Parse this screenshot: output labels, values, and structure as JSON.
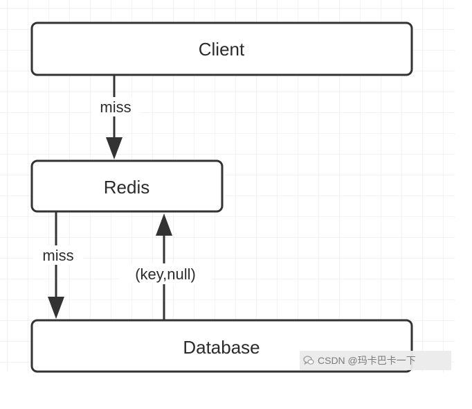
{
  "diagram": {
    "nodes": {
      "client": {
        "label": "Client"
      },
      "redis": {
        "label": "Redis"
      },
      "database": {
        "label": "Database"
      }
    },
    "edges": {
      "client_to_redis": {
        "label": "miss"
      },
      "redis_to_database": {
        "label": "miss"
      },
      "database_to_redis": {
        "label": "(key,null)"
      }
    }
  },
  "watermark": {
    "text": "CSDN @玛卡巴卡一下",
    "icon": "wechat-bubble-icon"
  }
}
